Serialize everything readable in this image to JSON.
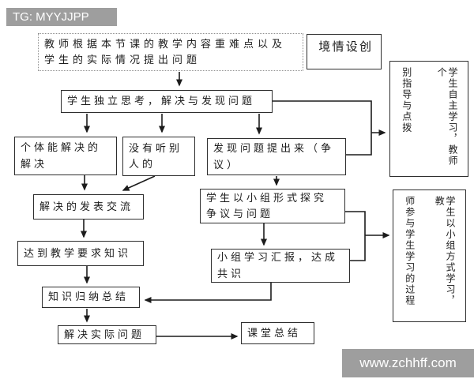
{
  "page": {
    "tg_badge": "TG: MYYJJPP",
    "watermark": "www.zchhff.com",
    "colors": {
      "badge_bg": "#9e9e9e",
      "badge_text": "#ffffff",
      "line": "#1c1c1c",
      "box_border": "#2e2e2e",
      "background": "#ffffff"
    }
  },
  "flowchart": {
    "nodes": {
      "teacher_question": "教师根据本节课的教学内容重难点以及学生的实际情况提出问题",
      "situation_cols": [
        "创设",
        "情境"
      ],
      "self_study_cols": [
        "学生自主学习，教师个",
        "别指导与点拨"
      ],
      "independent_think": "学生独立思考，解决与发现问题",
      "individual_solve": "个体能解决的解决",
      "listen_others": "没有听别人的",
      "raise_problem": "发现问题提出来（争议）",
      "share_exchange": "解决的发表交流",
      "group_explore": "学生以小组形式探究争议与问题",
      "achieve_requirement": "达到教学要求知识",
      "group_report": "小组学习汇报，达成共识",
      "knowledge_summary": "知识归纳总结",
      "group_study_cols": [
        "学生以小组方式学习，教",
        "师参与学生学习的过程"
      ],
      "solve_practical": "解决实际问题",
      "class_summary": "课堂总结"
    }
  }
}
